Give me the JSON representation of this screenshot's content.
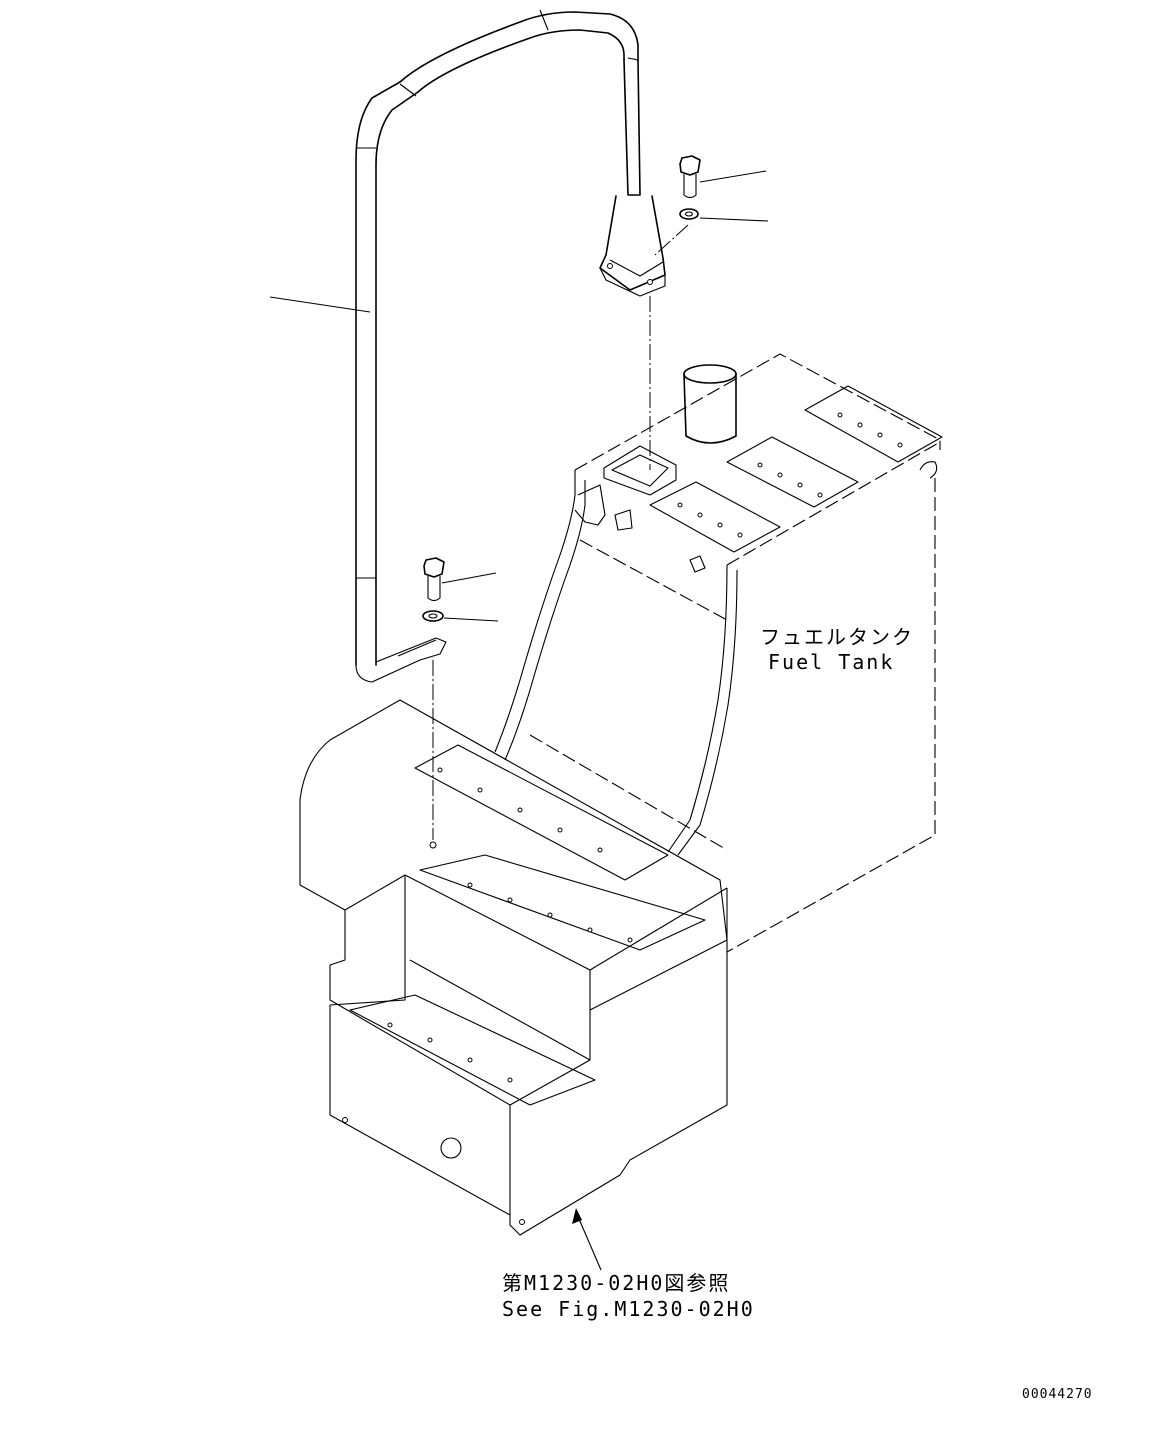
{
  "labels": {
    "fuel_tank_jp": "フュエルタンク",
    "fuel_tank_en": "Fuel Tank",
    "ref_jp": "第M1230-02H0図参照",
    "ref_en": "See Fig.M1230-02H0",
    "drawing_code": "00044270"
  },
  "icons": [
    "handrail",
    "bolt",
    "washer",
    "fuel-tank",
    "step-box",
    "leader-arrow"
  ]
}
